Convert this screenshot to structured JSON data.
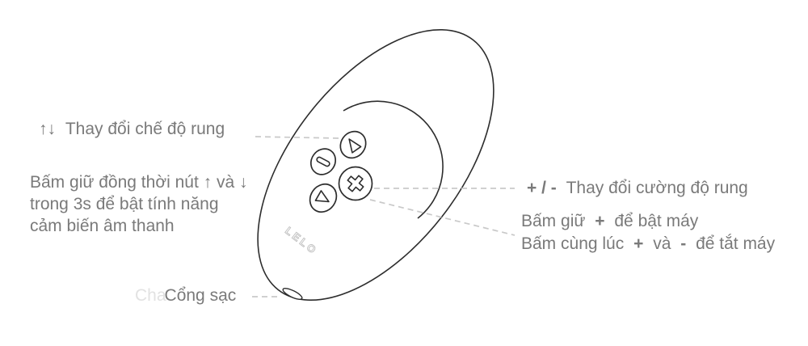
{
  "device": {
    "brand": "LELO",
    "icons": {
      "up_button": "triangle-up",
      "minus_button": "minus",
      "down_button": "triangle-down",
      "plus_button": "plus",
      "charging_port": "lens-slot"
    }
  },
  "annotations": {
    "vibration_mode": {
      "keys": "↑↓",
      "label": "Thay đổi chế độ rung"
    },
    "sound_sensor": {
      "line1": "Bấm giữ đồng thời nút ↑ và ↓",
      "line2": "trong 3s để bật tính năng",
      "line3": "cảm biến âm thanh"
    },
    "charging_port": {
      "ghost_text": "Cha",
      "label": "Cổng sạc"
    },
    "vibration_intensity": {
      "keys": "+ / -",
      "label": "Thay đổi cường độ rung"
    },
    "power_on": {
      "pre": "Bấm giữ",
      "key": "+",
      "post": "để bật máy"
    },
    "power_off": {
      "pre": "Bấm cùng lúc",
      "key_plus": "+",
      "mid": "và",
      "key_minus": "-",
      "post": "để tắt máy"
    }
  },
  "colors": {
    "outline": "#2d2d2d",
    "text": "#7a7a7a",
    "ghost_text": "#e2e2e2",
    "callout_dash": "#c9c9c9",
    "logo": "#c1c1c1"
  }
}
